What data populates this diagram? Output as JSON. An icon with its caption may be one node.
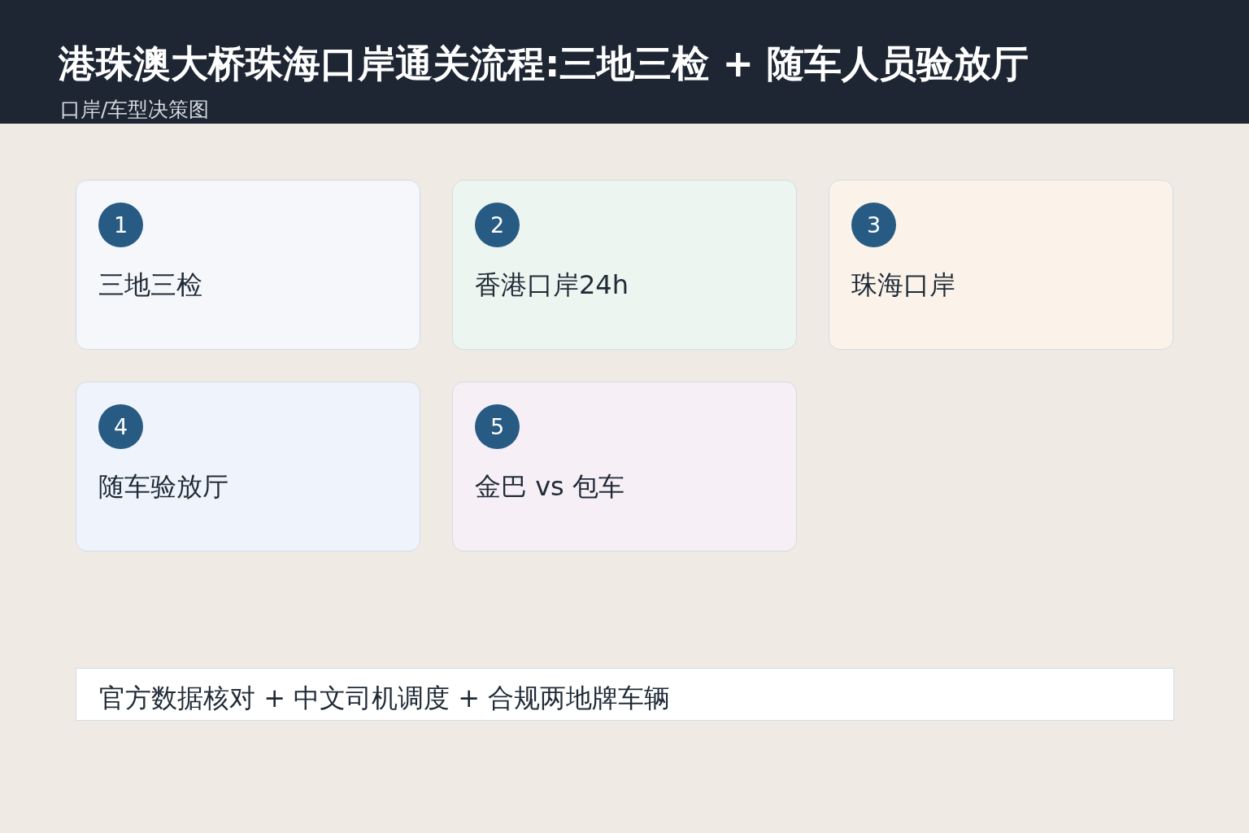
{
  "diagram": {
    "title": "港珠澳大桥珠海口岸通关流程:三地三检 + 随车人员验放厅",
    "nodes": [
      {
        "text": [
          "三地三检"
        ]
      },
      {
        "text": [
          "1"
        ],
        "in": 0
      },
      {
        "text": [
          "香港口岸24h"
        ]
      },
      {
        "text": [
          "2"
        ],
        "in": 2
      },
      {
        "text": [
          "珠海口岸"
        ]
      },
      {
        "text": [
          "3"
        ],
        "in": 4
      },
      {
        "text": [
          "随车验放厅"
        ]
      },
      {
        "text": [
          "4"
        ],
        "in": 6
      },
      {
        "text": [
          "金巴 vs 包车"
        ]
      },
      {
        "text": [
          "5"
        ],
        "in": 8
      },
      {
        "text": [
          "官方数据核对 + 中文司机调度 + 合规两地牌车辆"
        ]
      }
    ],
    "labels": [
      "口岸/车型决策图"
    ]
  }
}
